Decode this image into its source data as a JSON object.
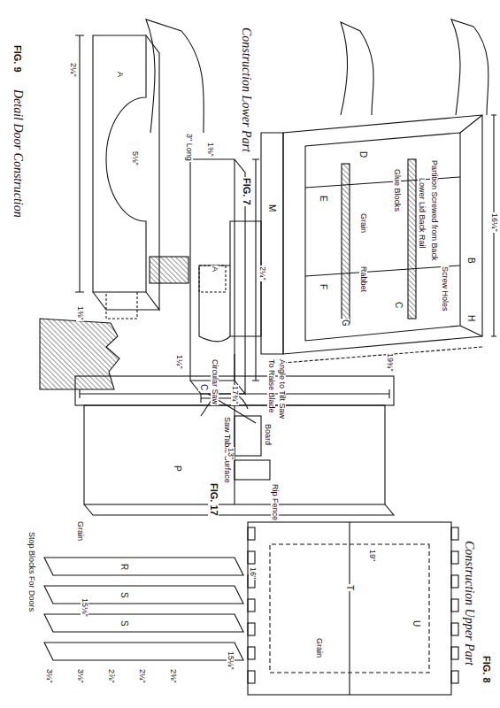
{
  "diagram": {
    "labels": [
      "FIG. 9",
      "Detail Door Construction",
      "2¼\"",
      "5⅛\"",
      "A",
      "A",
      "1¼\"",
      "2¼\"",
      "1⅜\"",
      "FIG. 7",
      "Construction Lower Part",
      "16¼\"",
      "19¾\"",
      "Screw Holes",
      "Partition Screwed from Back",
      "Lower Lid Back Rail",
      "Glue Blocks",
      "Grain",
      "Rabbet",
      "1⅜\"",
      "3\" Long",
      "B",
      "C",
      "D",
      "E",
      "F",
      "G",
      "H",
      "M",
      "FIG. 17",
      "Angle to Tilt Saw",
      "To Raise Blade",
      "Rip Fence",
      "Board",
      "Circular Saw",
      "Saw Table Surface",
      "FIG. 8",
      "Construction Upper Part",
      "17¾\"",
      "13\"",
      "C",
      "P",
      "R",
      "S",
      "S",
      "T",
      "U",
      "Grain",
      "Stop Blocks For Doors",
      "15⅛\"",
      "15¼\"",
      "16\"",
      "19\"",
      "Grain",
      "3¼\"",
      "3⅛\"",
      "2⅞\"",
      "2¼\"",
      "2⅜\""
    ]
  }
}
